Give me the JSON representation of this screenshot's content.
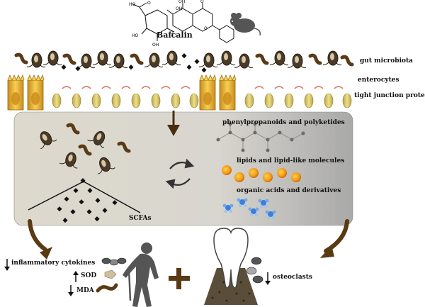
{
  "compound": {
    "name": "Baicalin",
    "atoms": [
      "HO",
      "O",
      "OH",
      "O",
      "HO",
      "OH",
      "OH",
      "O",
      "O"
    ]
  },
  "layers": {
    "gut_microbiota": "gut microbiota",
    "enterocytes": "enterocytes",
    "tight_junction": "tight junction proteins"
  },
  "metabolites": {
    "phenyl": "phenylpropanoids and polyketides",
    "lipids": "lipids and lipid-like molecules",
    "acids": "organic acids and derivatives",
    "scfas": "SCFAs"
  },
  "outcomes": {
    "cytokines": "inflammatory cytokines",
    "sod": "SOD",
    "mda": "MDA",
    "osteoclasts": "osteoclasts"
  },
  "colors": {
    "panel_left": "#dcd8cc",
    "panel_right": "#bdbdbd",
    "bacteria": "#4a3a28",
    "brown_arrow": "#5a3a12",
    "enterocyte": "#e7b53a",
    "tj_protein": "#d8c46a",
    "tj_arc": "#d97a6a",
    "lipid": "#f0a020",
    "acid": "#3a7ad8"
  }
}
